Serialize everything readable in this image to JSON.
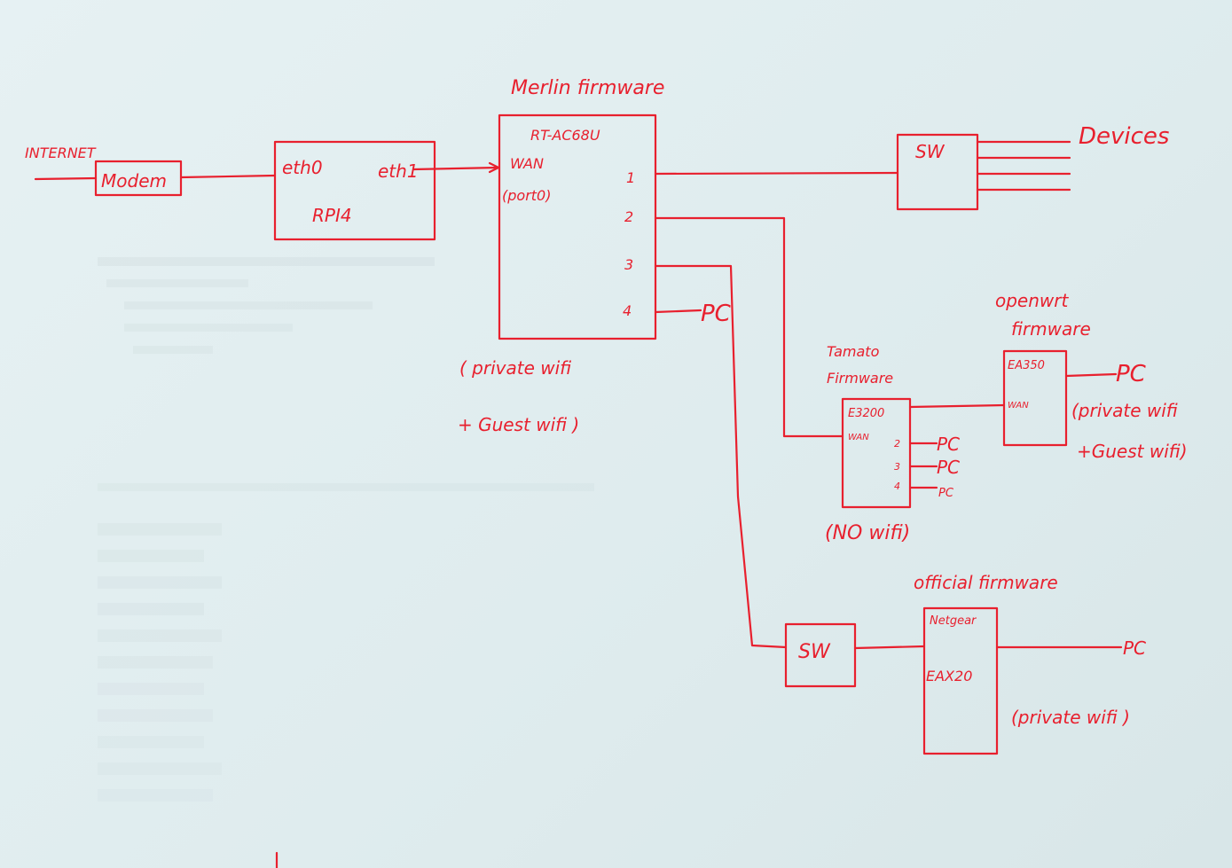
{
  "colors": {
    "ink": "#e8202e",
    "paper": "#e2eef0"
  },
  "labels": {
    "internet": "INTERNET",
    "modem": "Modem",
    "rpi_eth0": "eth0",
    "rpi_eth1": "eth1",
    "rpi_name": "RPI4",
    "merlin_title": "Merlin firmware",
    "merlin_model": "RT-AC68U",
    "merlin_wan": "WAN",
    "merlin_port0": "(port0)",
    "port1": "1",
    "port2": "2",
    "port3": "3",
    "port4": "4",
    "merlin_pc": "PC",
    "merlin_wifi_1": "( private wifi",
    "merlin_wifi_2": "+ Guest wifi )",
    "sw_top": "SW",
    "devices": "Devices",
    "tomato_title_1": "Tamato",
    "tomato_title_2": "Firmware",
    "tomato_model": "E3200",
    "tomato_wan": "WAN",
    "tomato_p2": "2",
    "tomato_p3": "3",
    "tomato_p4": "4",
    "tomato_pc2": "PC",
    "tomato_pc3": "PC",
    "tomato_pc4": "PC",
    "tomato_nowifi": "(NO wifi)",
    "openwrt_title_1": "openwrt",
    "openwrt_title_2": "firmware",
    "openwrt_model": "EA350",
    "openwrt_wan": "WAN",
    "openwrt_pc": "PC",
    "openwrt_wifi_1": "(private wifi",
    "openwrt_wifi_2": "+Guest wifi)",
    "official_title": "official firmware",
    "sw_bottom": "SW",
    "netgear_1": "Netgear",
    "netgear_2": "EAX20",
    "netgear_pc": "PC",
    "netgear_wifi": "(private wifi )"
  }
}
